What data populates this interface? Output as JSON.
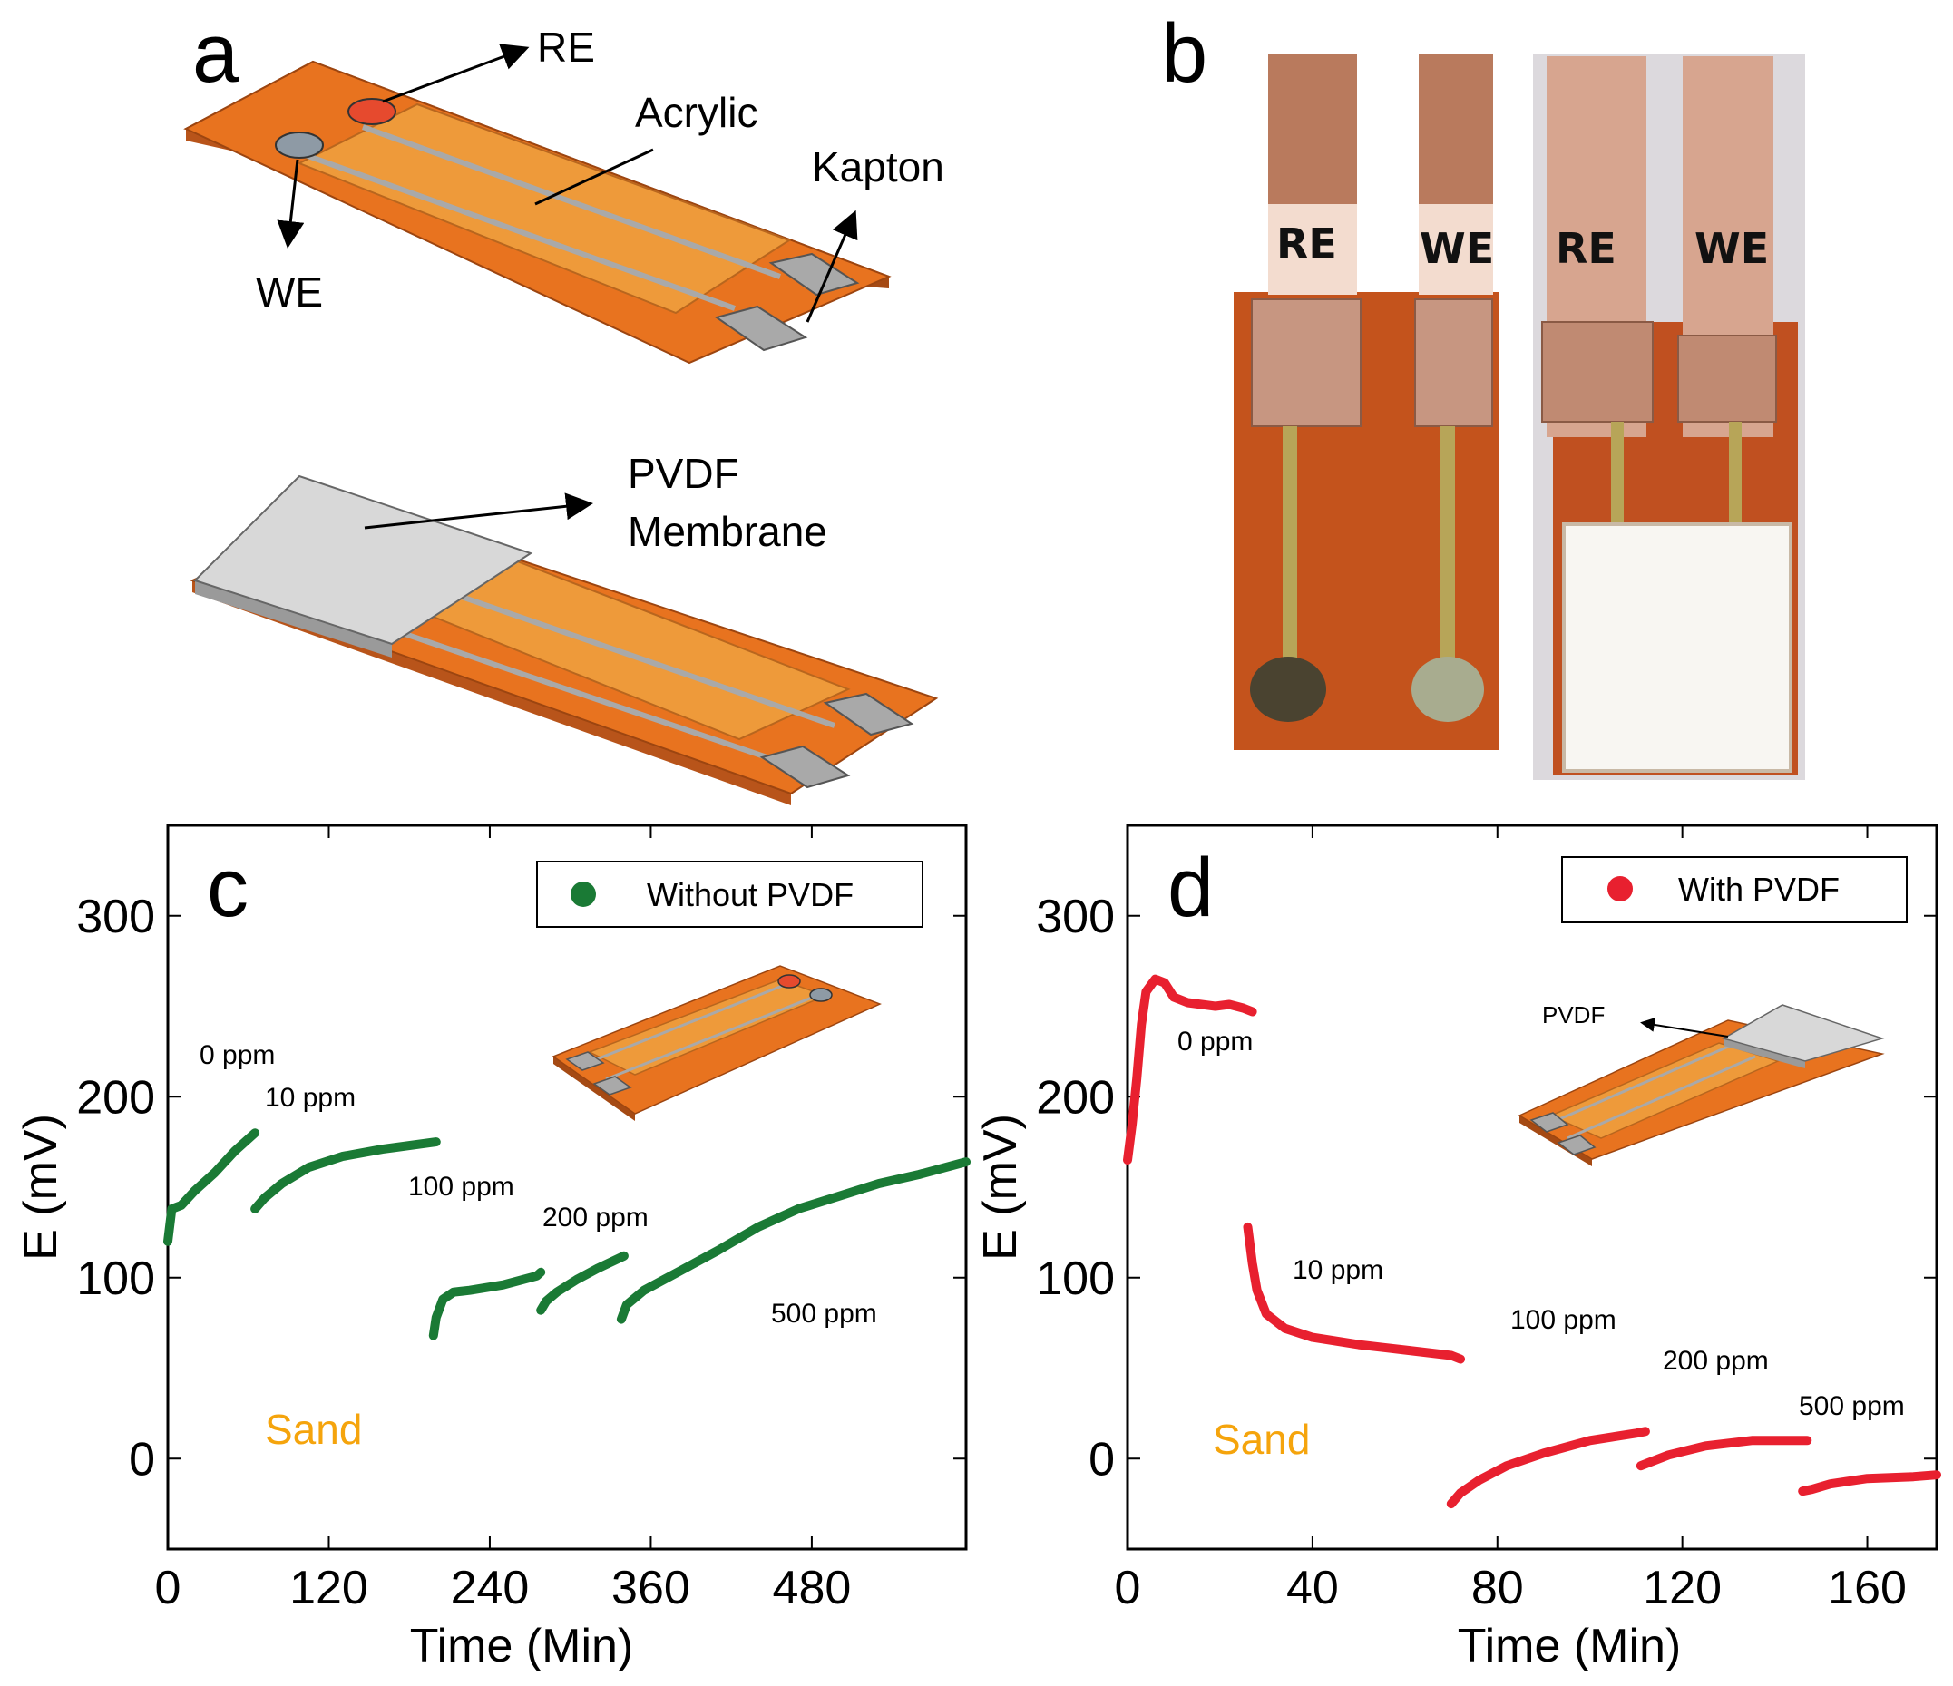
{
  "panels": {
    "a": {
      "letter": "a",
      "labels": {
        "re": "RE",
        "we": "WE",
        "acrylic": "Acrylic",
        "kapton": "Kapton",
        "pvdf_line1": "PVDF",
        "pvdf_line2": "Membrane"
      }
    },
    "b": {
      "letter": "b",
      "labels": {
        "re_left": "RE",
        "we_left": "WE",
        "re_right": "RE",
        "we_right": "WE"
      }
    },
    "c": {
      "letter": "c",
      "legend": "Without PVDF",
      "soil": "Sand",
      "inset": "sensor-without-pvdf"
    },
    "d": {
      "letter": "d",
      "legend": "With PVDF",
      "soil": "Sand",
      "inset_label": "PVDF"
    }
  },
  "colors": {
    "without_pvdf": "#1a7a35",
    "with_pvdf": "#e8202f",
    "sand_label": "#f5a40c",
    "kapton": "#e8731f",
    "acrylic": "#ee9a3a",
    "pvdf_membrane": "#d8d8d8",
    "re_electrode": "#e64a2e",
    "we_electrode": "#8e9aa5"
  },
  "chart_data": [
    {
      "panel": "c",
      "type": "line",
      "xlabel": "Time (Min)",
      "ylabel": "E (mV)",
      "xlim": [
        0,
        595
      ],
      "ylim": [
        -50,
        350
      ],
      "xticks": [
        0,
        120,
        240,
        360,
        480
      ],
      "yticks": [
        0,
        100,
        200,
        300
      ],
      "grid": false,
      "legend_position": "top-right",
      "legend": [
        "Without PVDF"
      ],
      "series": [
        {
          "name": "Without PVDF",
          "color": "#1a7a35",
          "segments": [
            {
              "label": "0 ppm",
              "points": [
                [
                  0,
                  120
                ],
                [
                  3,
                  138
                ],
                [
                  10,
                  140
                ],
                [
                  20,
                  148
                ],
                [
                  35,
                  158
                ],
                [
                  50,
                  170
                ],
                [
                  65,
                  180
                ]
              ]
            },
            {
              "label": "10 ppm",
              "points": [
                [
                  65,
                  138
                ],
                [
                  72,
                  144
                ],
                [
                  85,
                  152
                ],
                [
                  105,
                  161
                ],
                [
                  130,
                  167
                ],
                [
                  160,
                  171
                ],
                [
                  190,
                  174
                ],
                [
                  200,
                  175
                ]
              ]
            },
            {
              "label": "100 ppm",
              "points": [
                [
                  198,
                  68
                ],
                [
                  200,
                  78
                ],
                [
                  205,
                  88
                ],
                [
                  213,
                  92
                ],
                [
                  225,
                  93
                ],
                [
                  250,
                  96
                ],
                [
                  275,
                  101
                ],
                [
                  278,
                  103
                ]
              ]
            },
            {
              "label": "200 ppm",
              "points": [
                [
                  278,
                  82
                ],
                [
                  282,
                  87
                ],
                [
                  290,
                  92
                ],
                [
                  305,
                  99
                ],
                [
                  320,
                  105
                ],
                [
                  340,
                  112
                ]
              ]
            },
            {
              "label": "500 ppm",
              "points": [
                [
                  338,
                  77
                ],
                [
                  342,
                  85
                ],
                [
                  355,
                  93
                ],
                [
                  380,
                  103
                ],
                [
                  410,
                  115
                ],
                [
                  440,
                  128
                ],
                [
                  470,
                  138
                ],
                [
                  500,
                  145
                ],
                [
                  530,
                  152
                ],
                [
                  560,
                  157
                ],
                [
                  595,
                  164
                ]
              ]
            }
          ]
        }
      ],
      "annotations": [
        "0 ppm",
        "10 ppm",
        "100 ppm",
        "200 ppm",
        "500 ppm",
        "Sand"
      ]
    },
    {
      "panel": "d",
      "type": "line",
      "xlabel": "Time (Min)",
      "ylabel": "E (mV)",
      "xlim": [
        0,
        175
      ],
      "ylim": [
        -50,
        350
      ],
      "xticks": [
        0,
        40,
        80,
        120,
        160
      ],
      "yticks": [
        0,
        100,
        200,
        300
      ],
      "grid": false,
      "legend_position": "top-right",
      "legend": [
        "With PVDF"
      ],
      "series": [
        {
          "name": "With PVDF",
          "color": "#e8202f",
          "segments": [
            {
              "label": "0 ppm",
              "points": [
                [
                  0,
                  165
                ],
                [
                  1,
                  185
                ],
                [
                  2,
                  210
                ],
                [
                  3,
                  240
                ],
                [
                  4,
                  258
                ],
                [
                  6,
                  265
                ],
                [
                  8,
                  263
                ],
                [
                  10,
                  255
                ],
                [
                  13,
                  252
                ],
                [
                  16,
                  251
                ],
                [
                  19,
                  250
                ],
                [
                  22,
                  251
                ],
                [
                  25,
                  249
                ],
                [
                  27,
                  247
                ]
              ]
            },
            {
              "label": "10 ppm",
              "points": [
                [
                  26,
                  128
                ],
                [
                  27,
                  108
                ],
                [
                  28,
                  93
                ],
                [
                  30,
                  80
                ],
                [
                  34,
                  72
                ],
                [
                  40,
                  67
                ],
                [
                  50,
                  63
                ],
                [
                  60,
                  60
                ],
                [
                  70,
                  57
                ],
                [
                  72,
                  55
                ]
              ]
            },
            {
              "label": "100 ppm",
              "points": [
                [
                  70,
                  -25
                ],
                [
                  72,
                  -19
                ],
                [
                  76,
                  -12
                ],
                [
                  82,
                  -4
                ],
                [
                  90,
                  3
                ],
                [
                  100,
                  10
                ],
                [
                  110,
                  14
                ],
                [
                  112,
                  15
                ]
              ]
            },
            {
              "label": "200 ppm",
              "points": [
                [
                  111,
                  -4
                ],
                [
                  113,
                  -2
                ],
                [
                  117,
                  2
                ],
                [
                  125,
                  7
                ],
                [
                  135,
                  10
                ],
                [
                  145,
                  10
                ],
                [
                  147,
                  10
                ]
              ]
            },
            {
              "label": "500 ppm",
              "points": [
                [
                  146,
                  -18
                ],
                [
                  148,
                  -17
                ],
                [
                  152,
                  -14
                ],
                [
                  160,
                  -11
                ],
                [
                  170,
                  -10
                ],
                [
                  175,
                  -9
                ]
              ]
            }
          ]
        }
      ],
      "annotations": [
        "0 ppm",
        "10 ppm",
        "100 ppm",
        "200 ppm",
        "500 ppm",
        "Sand",
        "PVDF"
      ]
    }
  ]
}
